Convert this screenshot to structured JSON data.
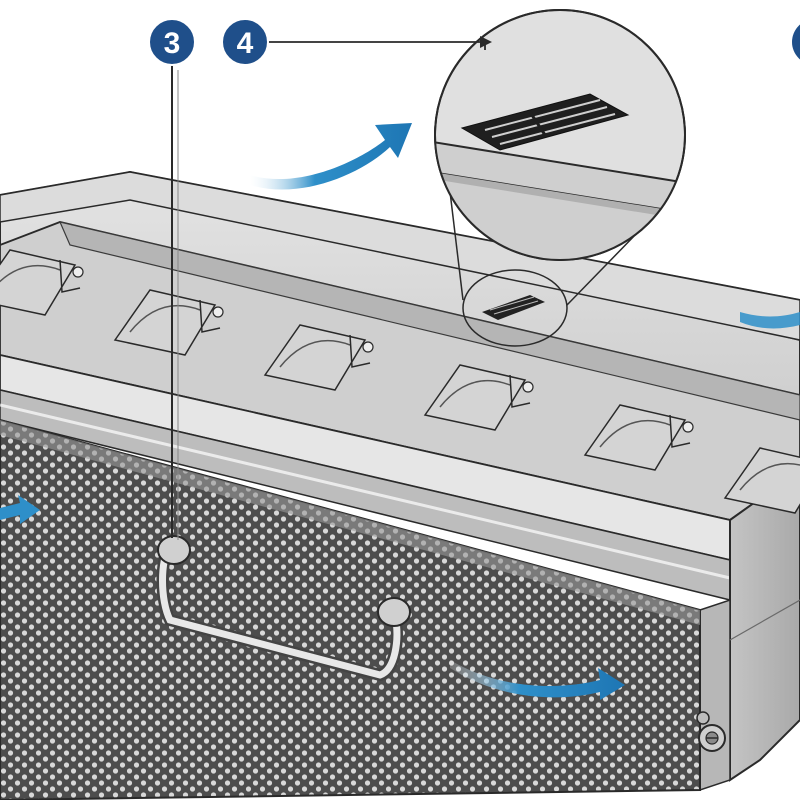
{
  "callouts": [
    {
      "number": "3"
    },
    {
      "number": "4"
    }
  ],
  "colors": {
    "callout_fill": "#1f4f8a",
    "arrow_blue": "#2e8fc9",
    "chassis_light": "#d9d9d9",
    "chassis_mid": "#bdbdbd",
    "chassis_dark": "#8d8d8d",
    "outline": "#2a2a2a",
    "mesh_bg": "#555555",
    "mesh_hole": "#d6d6d6"
  },
  "icons": {
    "airflow": "curved-arrow",
    "handle": "u-handle",
    "screw": "captive-screw"
  }
}
